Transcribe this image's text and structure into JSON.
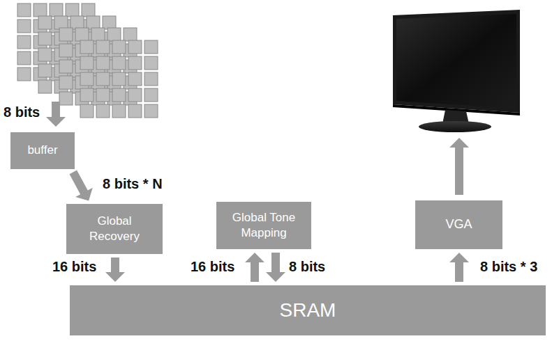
{
  "diagram": {
    "nodes": [
      {
        "text": [
          "buffer"
        ]
      },
      {
        "text": [
          "Global Recovery"
        ]
      },
      {
        "text": [
          "Global Tone Mapping"
        ]
      },
      {
        "text": [
          "VGA"
        ]
      },
      {
        "text": [
          "SRAM"
        ]
      }
    ],
    "edges": [
      {
        "from": 0,
        "to": 1,
        "label": "8 bits * N",
        "arrow": "to"
      },
      {
        "from": 1,
        "to": 4,
        "label": "16 bits",
        "arrow": "to"
      },
      {
        "from": 4,
        "to": 2,
        "label": "16 bits",
        "arrow": "to"
      },
      {
        "from": 2,
        "to": 4,
        "label": "8 bits",
        "arrow": "to"
      },
      {
        "from": 4,
        "to": 3,
        "label": "8 bits * 3",
        "arrow": "to"
      }
    ],
    "labels": [
      "8 bits"
    ]
  }
}
